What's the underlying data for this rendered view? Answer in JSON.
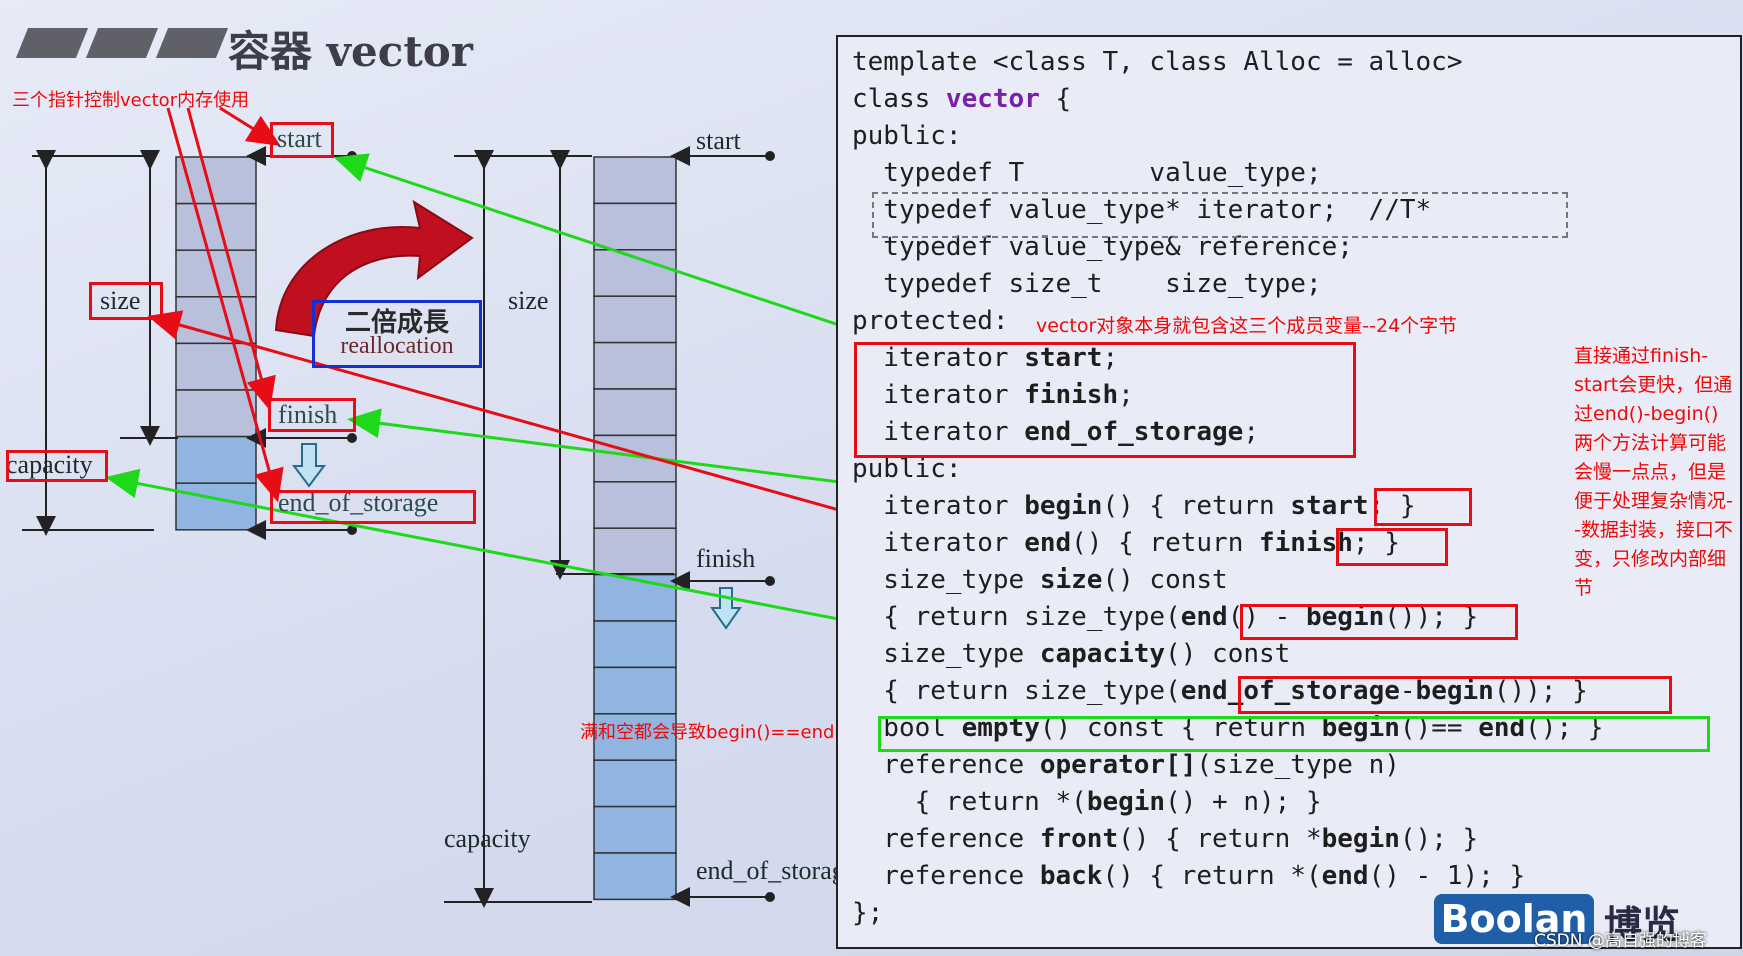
{
  "slide": {
    "title": "容器 vector",
    "logo_text": "Boolan",
    "logo_cn": "博览",
    "credit": "CSDN @高自强的博客"
  },
  "left_diagram": {
    "labels": {
      "start": "start",
      "size": "size",
      "finish": "finish",
      "capacity": "capacity",
      "end_of_storage": "end_of_storage"
    },
    "reallocation": {
      "title": "二倍成長",
      "subtitle": "reallocation"
    }
  },
  "right_diagram": {
    "labels": {
      "start": "start",
      "size": "size",
      "finish": "finish",
      "capacity": "capacity",
      "end_of_storage": "end_of_storage"
    }
  },
  "annotations": {
    "three_pointers": "三个指针控制vector内存使用",
    "members_note": "vector对象本身就包含这三个成员变量--24个字节",
    "empty_note": "满和空都会导致begin()==end()",
    "right_note": "直接通过finish-start会更快，但通过end()-begin()两个方法计算可能会慢一点点，但是便于处理复杂情况--数据封装，接口不变，只修改内部细节"
  },
  "code": {
    "lines": [
      "template <class T, class Alloc = alloc>",
      "class vector {",
      "public:",
      "  typedef T        value_type;",
      "  typedef value_type* iterator;  //T*",
      "  typedef value_type& reference;",
      "  typedef size_t    size_type;",
      "protected:",
      "  iterator start;",
      "  iterator finish;",
      "  iterator end_of_storage;",
      "public:",
      "  iterator begin() { return start; }",
      "  iterator end() { return finish; }",
      "  size_type size() const",
      "  { return size_type(end() - begin()); }",
      "  size_type capacity() const",
      "  { return size_type(end_of_storage-begin()); }",
      "  bool empty() const { return begin()== end(); }",
      "  reference operator[](size_type n)",
      "    { return *(begin() + n); }",
      "  reference front() { return *begin(); }",
      "  reference back() { return *(end() - 1); }",
      "};"
    ]
  },
  "colors": {
    "annotation_red": "#e80c16",
    "annotation_green": "#1ed81a",
    "annotation_blue": "#1430d0",
    "cell_light": "#b8c0dc",
    "cell_blue": "#8fb5e0"
  }
}
